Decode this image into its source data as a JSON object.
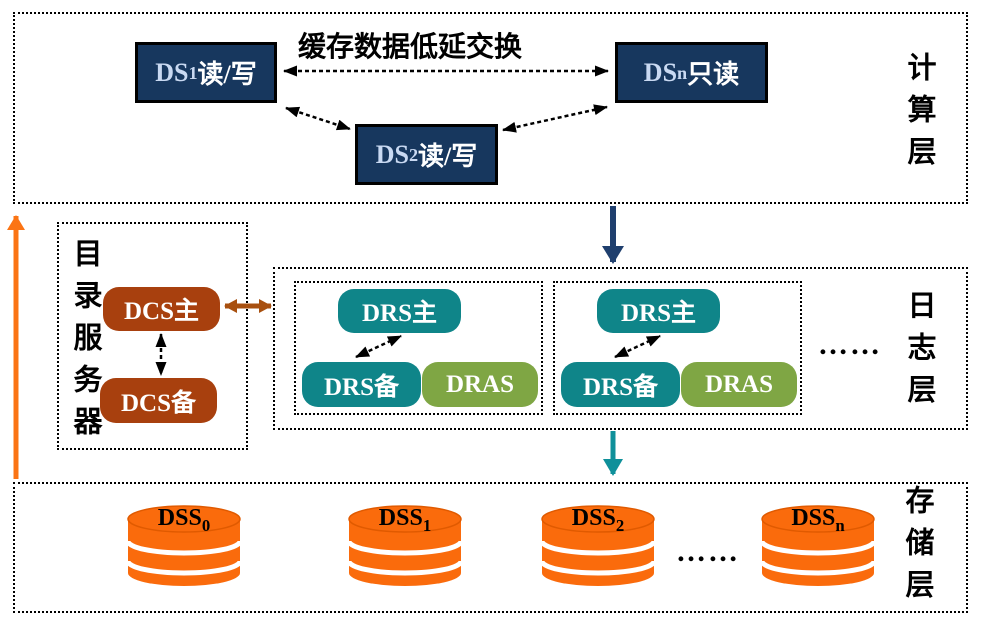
{
  "layers": {
    "compute": {
      "label": "计算层"
    },
    "log": {
      "label": "日志层"
    },
    "storage": {
      "label": "存储层"
    }
  },
  "compute": {
    "title": "缓存数据低延交换",
    "nodes": {
      "ds1": {
        "prefix": "DS",
        "sub": "1",
        "suffix": "读/写"
      },
      "ds2": {
        "prefix": "DS",
        "sub": "2",
        "suffix": "读/写"
      },
      "dsn": {
        "prefix": "DS",
        "sub": "n",
        "suffix": "只读"
      }
    }
  },
  "directory": {
    "label": "目录服务器",
    "primary": "DCS主",
    "backup": "DCS备"
  },
  "log": {
    "groups": [
      {
        "primary": "DRS主",
        "backup": "DRS备",
        "agent": "DRAS"
      },
      {
        "primary": "DRS主",
        "backup": "DRS备",
        "agent": "DRAS"
      }
    ],
    "ellipsis": "……"
  },
  "storage": {
    "nodes": [
      {
        "prefix": "DSS",
        "sub": "0"
      },
      {
        "prefix": "DSS",
        "sub": "1"
      },
      {
        "prefix": "DSS",
        "sub": "2"
      },
      {
        "prefix": "DSS",
        "sub": "n"
      }
    ],
    "ellipsis": "……"
  },
  "colors": {
    "navy_box": "#17375E",
    "navy_text_latin": "#C9D9F2",
    "teal": "#0F8589",
    "olive": "#7FA644",
    "brown": "#A8400E",
    "orange": "#FA6B0C",
    "orange_rim": "#E05A00",
    "arrow_navy": "#1F3F6E",
    "arrow_teal": "#0F909A",
    "arrow_orange": "#FB7414",
    "arrow_brown": "#A8500F"
  }
}
